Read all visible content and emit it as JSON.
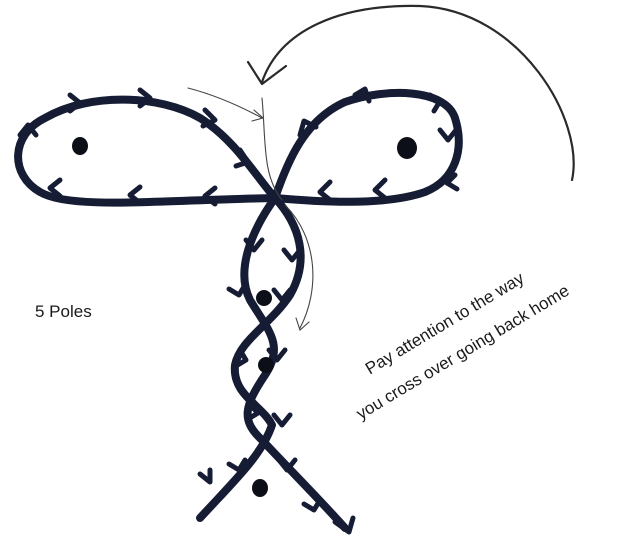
{
  "labels": {
    "poles": "5 Poles",
    "note_line1": "Pay attention to the way",
    "note_line2": "you cross over going back home"
  },
  "colors": {
    "ink": "#151c33",
    "pencil": "#2a2a2a",
    "background": "#ffffff"
  },
  "pole_count": 5
}
